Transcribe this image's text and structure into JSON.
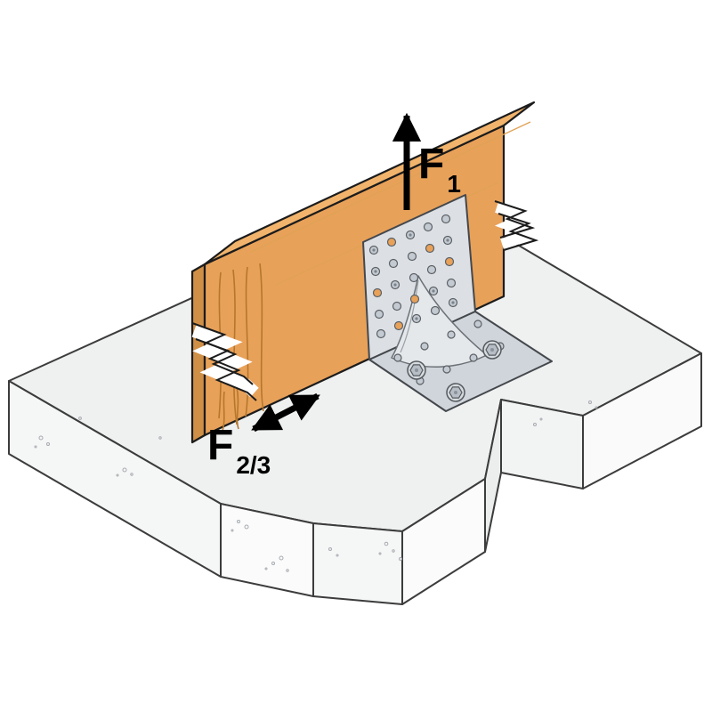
{
  "diagram": {
    "description_labels": {
      "f1": {
        "symbol": "F",
        "subscript": "1"
      },
      "f23": {
        "symbol": "F",
        "subscript": "2/3"
      }
    },
    "colors": {
      "outline": "#1c1c1c",
      "arrow": "#000000",
      "wood_front": "#E8A159",
      "wood_top": "#F2B46C",
      "wood_grain": "#B5772D",
      "concrete_top": "#EFF0F0",
      "concrete_front": "#FAFAFA",
      "bracket_plate": "#DCE0E4",
      "bracket_base": "#CFD5DA",
      "bolt_head": "#B8BEC5"
    }
  }
}
